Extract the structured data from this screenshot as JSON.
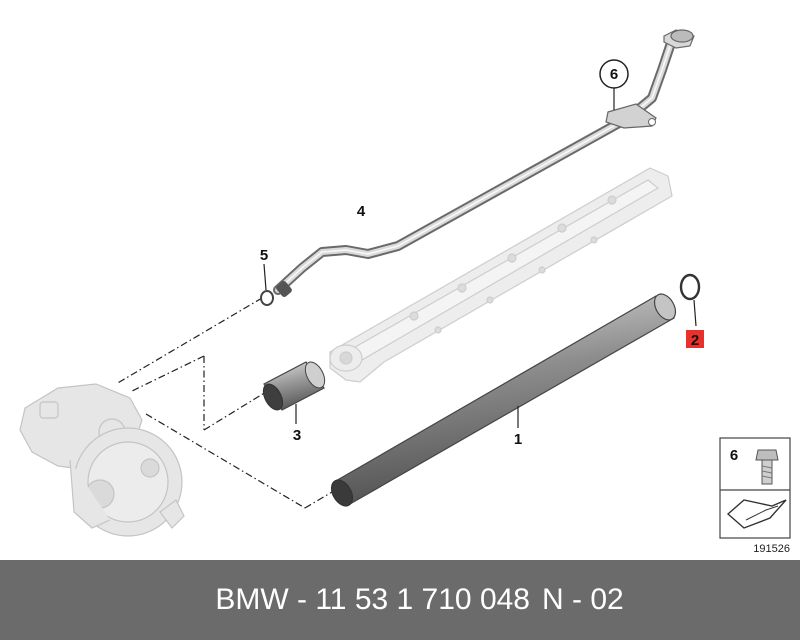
{
  "callouts": {
    "p1": "1",
    "p2": "2",
    "p3": "3",
    "p4": "4",
    "p5": "5",
    "p6": "6"
  },
  "legend": {
    "item": "6"
  },
  "reference_number": "191526",
  "footer": {
    "part_number": "BMW - 11 53 1 710 048",
    "position": "N - 02"
  },
  "colors": {
    "highlight": "#e8312a",
    "footer_bg": "#6b6b6b",
    "footer_text": "#ffffff",
    "pipe_dark": "#666666",
    "pipe_light": "#d6d6d6",
    "ghost_part": "#e0e0e0"
  }
}
